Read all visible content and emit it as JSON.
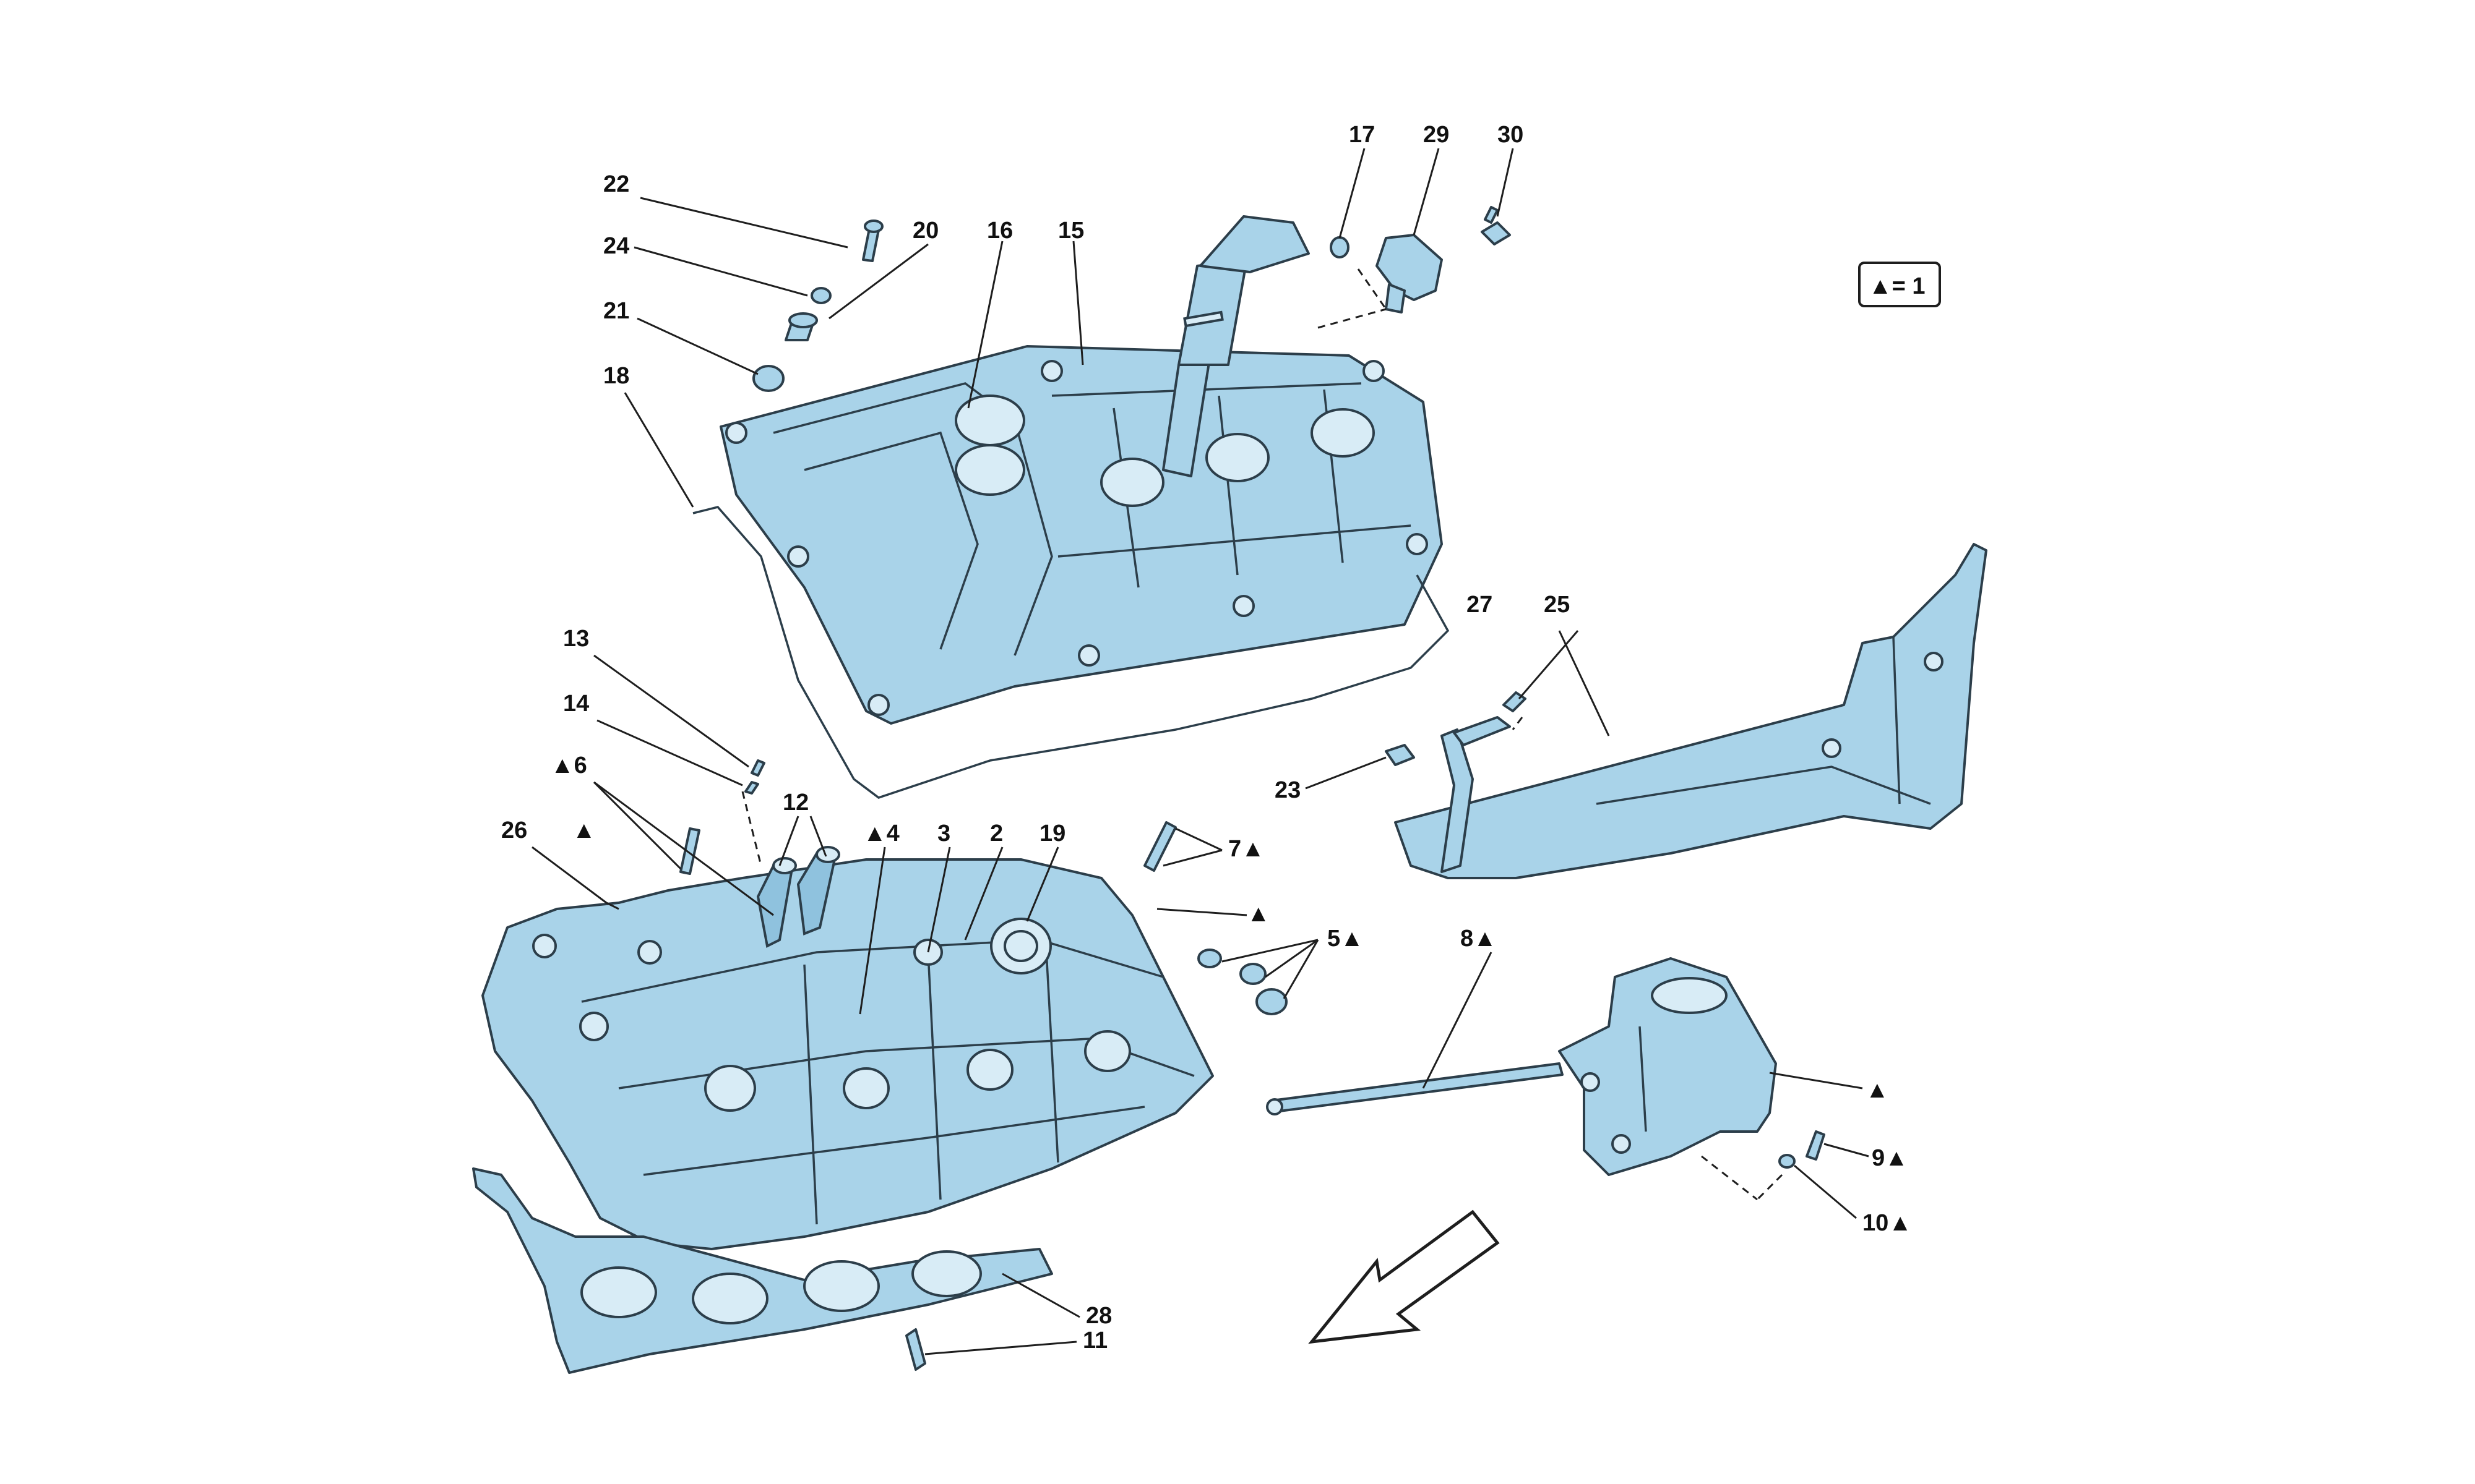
{
  "legend": {
    "text": "▲= 1"
  },
  "callouts": {
    "n2": "2",
    "n3": "3",
    "n4": "▲4",
    "n5": "5▲",
    "n6": "▲6",
    "n7": "7▲",
    "n8": "8▲",
    "n9": "9▲",
    "n10": "10▲",
    "n11": "11",
    "n12": "12",
    "n13": "13",
    "n14": "14",
    "n15": "15",
    "n16": "16",
    "n17": "17",
    "n18": "18",
    "n19": "19",
    "n20": "20",
    "n21": "21",
    "n22": "22",
    "n23": "23",
    "n24": "24",
    "n25": "25",
    "n26": "26",
    "n27": "27",
    "n28": "28",
    "n29": "29",
    "n30": "30",
    "tri_left": "▲",
    "tri_head": "▲",
    "tri_throttle": "▲"
  },
  "colors": {
    "part_fill": "#a9d3e9",
    "outline": "#2c3e4a",
    "background": "#ffffff"
  },
  "icons": {
    "direction": "direction-arrow-icon"
  }
}
